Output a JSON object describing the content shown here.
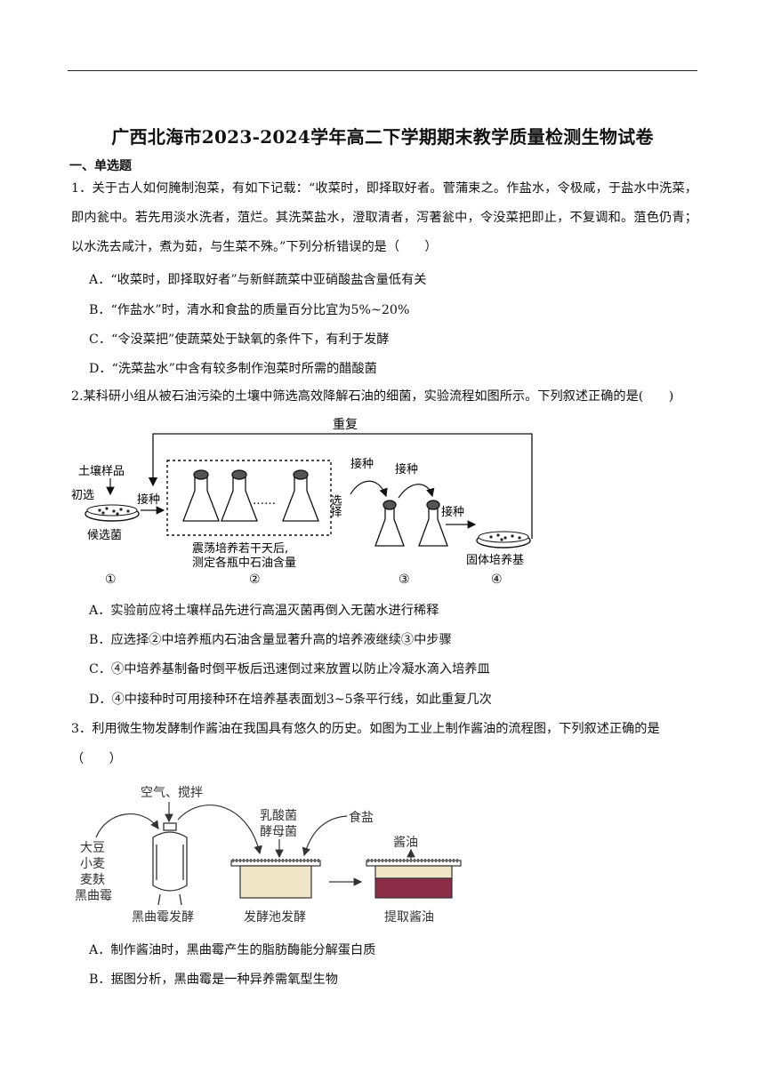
{
  "header": {
    "title": "广西北海市2023-2024学年高二下学期期末教学质量检测生物试卷"
  },
  "section": "一、单选题",
  "questions": [
    {
      "stem": "1．关于古人如何腌制泡菜，有如下记载：“收菜时，即择取好者。菅蒲束之。作盐水，令极咸，于盐水中洗菜，即内瓮中。若先用淡水洗者，菹烂。其洗菜盐水，澄取清者，泻著瓮中，令没菜把即止，不复调和。菹色仍青；以水洗去咸汁，煮为茹，与生菜不殊。”下列分析错误的是（　　）",
      "options": [
        "A．“收菜时，即择取好者”与新鲜蔬菜中亚硝酸盐含量低有关",
        "B．“作盐水”时，清水和食盐的质量百分比宜为5%~20%",
        "C．“令没菜把”使蔬菜处于缺氧的条件下，有利于发酵",
        "D．“洗菜盐水”中含有较多制作泡菜时所需的醋酸菌"
      ]
    },
    {
      "stem": "2.某科研小组从被石油污染的土壤中筛选高效降解石油的细菌，实验流程如图所示。下列叙述正确的是(　　)",
      "figure": {
        "repeat": "重复",
        "soil_sample": "土壤样品",
        "initial_selection": "初选",
        "inoculate": "接种",
        "candidate": "候选菌",
        "shake_line1": "震荡培养若干天后,",
        "shake_line2": "测定各瓶中石油含量",
        "select": "选择",
        "solid_medium": "固体培养基",
        "markers": [
          "①",
          "②",
          "③",
          "④"
        ]
      },
      "options": [
        "A．实验前应将土壤样品先进行高温灭菌再倒入无菌水进行稀释",
        "B．应选择②中培养瓶内石油含量显著升高的培养液继续③中步骤",
        "C．④中培养基制备时倒平板后迅速倒过来放置以防止冷凝水滴入培养皿",
        "D．④中接种时可用接种环在培养基表面划3~5条平行线，如此重复几次"
      ]
    },
    {
      "stem_line1": "3．利用微生物发酵制作酱油在我国具有悠久的历史。如图为工业上制作酱油的流程图，下列叙述正确的是",
      "stem_line2": "（　　）",
      "figure": {
        "air_stir": "空气、搅拌",
        "inputs": [
          "大豆",
          "小麦",
          "麦麸",
          "黑曲霉"
        ],
        "microbes": [
          "乳酸菌",
          "酵母菌"
        ],
        "salt": "食盐",
        "soy": "酱油",
        "stage1": "黑曲霉发酵",
        "stage2": "发酵池发酵",
        "stage3": "提取酱油"
      },
      "options": [
        "A．制作酱油时，黑曲霉产生的脂肪酶能分解蛋白质",
        "B．据图分析，黑曲霉是一种异养需氧型生物"
      ]
    }
  ]
}
